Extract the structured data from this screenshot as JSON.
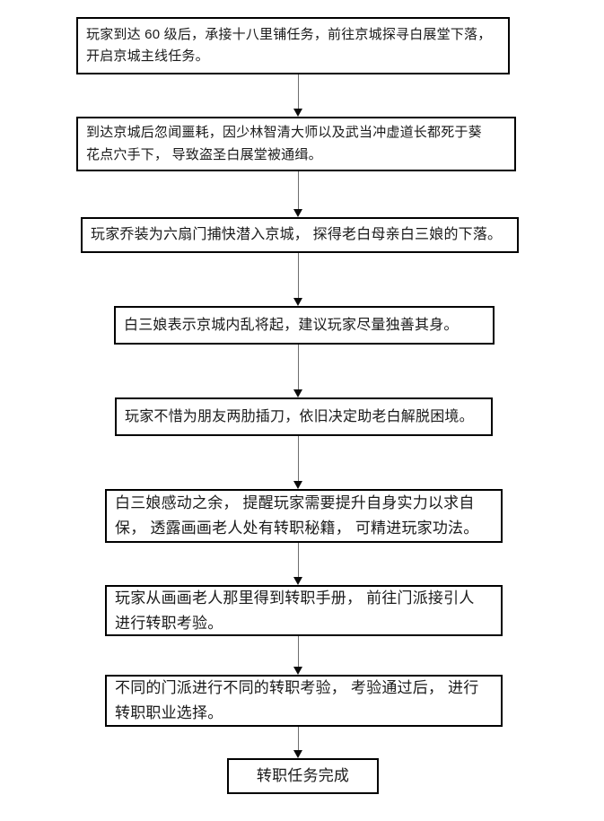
{
  "flowchart": {
    "type": "vertical-flowchart",
    "language": "zh-CN",
    "colors": {
      "background": "#ffffff",
      "box_border": "#000000",
      "text": "#1a1a1a",
      "connector_line": "#6e6e6e",
      "arrowhead": "#0a0a0a"
    },
    "nodes": [
      {
        "id": 1,
        "text": "玩家到达 60 级后，承接十八里铺任务，前往京城探寻白展堂下落，\n开启京城主线任务。"
      },
      {
        "id": 2,
        "text": "到达京城后忽闻噩耗，因少林智清大师以及武当冲虚道长都死于葵\n花点穴手下， 导致盗圣白展堂被通缉。"
      },
      {
        "id": 3,
        "text": "玩家乔装为六扇门捕快潜入京城， 探得老白母亲白三娘的下落。"
      },
      {
        "id": 4,
        "text": "白三娘表示京城内乱将起，建议玩家尽量独善其身。"
      },
      {
        "id": 5,
        "text": "玩家不惜为朋友两肋插刀，依旧决定助老白解脱困境。"
      },
      {
        "id": 6,
        "text": "白三娘感动之余， 提醒玩家需要提升自身实力以求自\n保， 透露画画老人处有转职秘籍， 可精进玩家功法。"
      },
      {
        "id": 7,
        "text": "玩家从画画老人那里得到转职手册， 前往门派接引人\n进行转职考验。"
      },
      {
        "id": 8,
        "text": "不同的门派进行不同的转职考验， 考验通过后， 进行\n转职职业选择。"
      },
      {
        "id": 9,
        "text": "转职任务完成"
      }
    ],
    "connectors": [
      {
        "from": 1,
        "to": 2
      },
      {
        "from": 2,
        "to": 3
      },
      {
        "from": 3,
        "to": 4
      },
      {
        "from": 4,
        "to": 5
      },
      {
        "from": 5,
        "to": 6
      },
      {
        "from": 6,
        "to": 7
      },
      {
        "from": 7,
        "to": 8
      },
      {
        "from": 8,
        "to": 9
      }
    ]
  }
}
